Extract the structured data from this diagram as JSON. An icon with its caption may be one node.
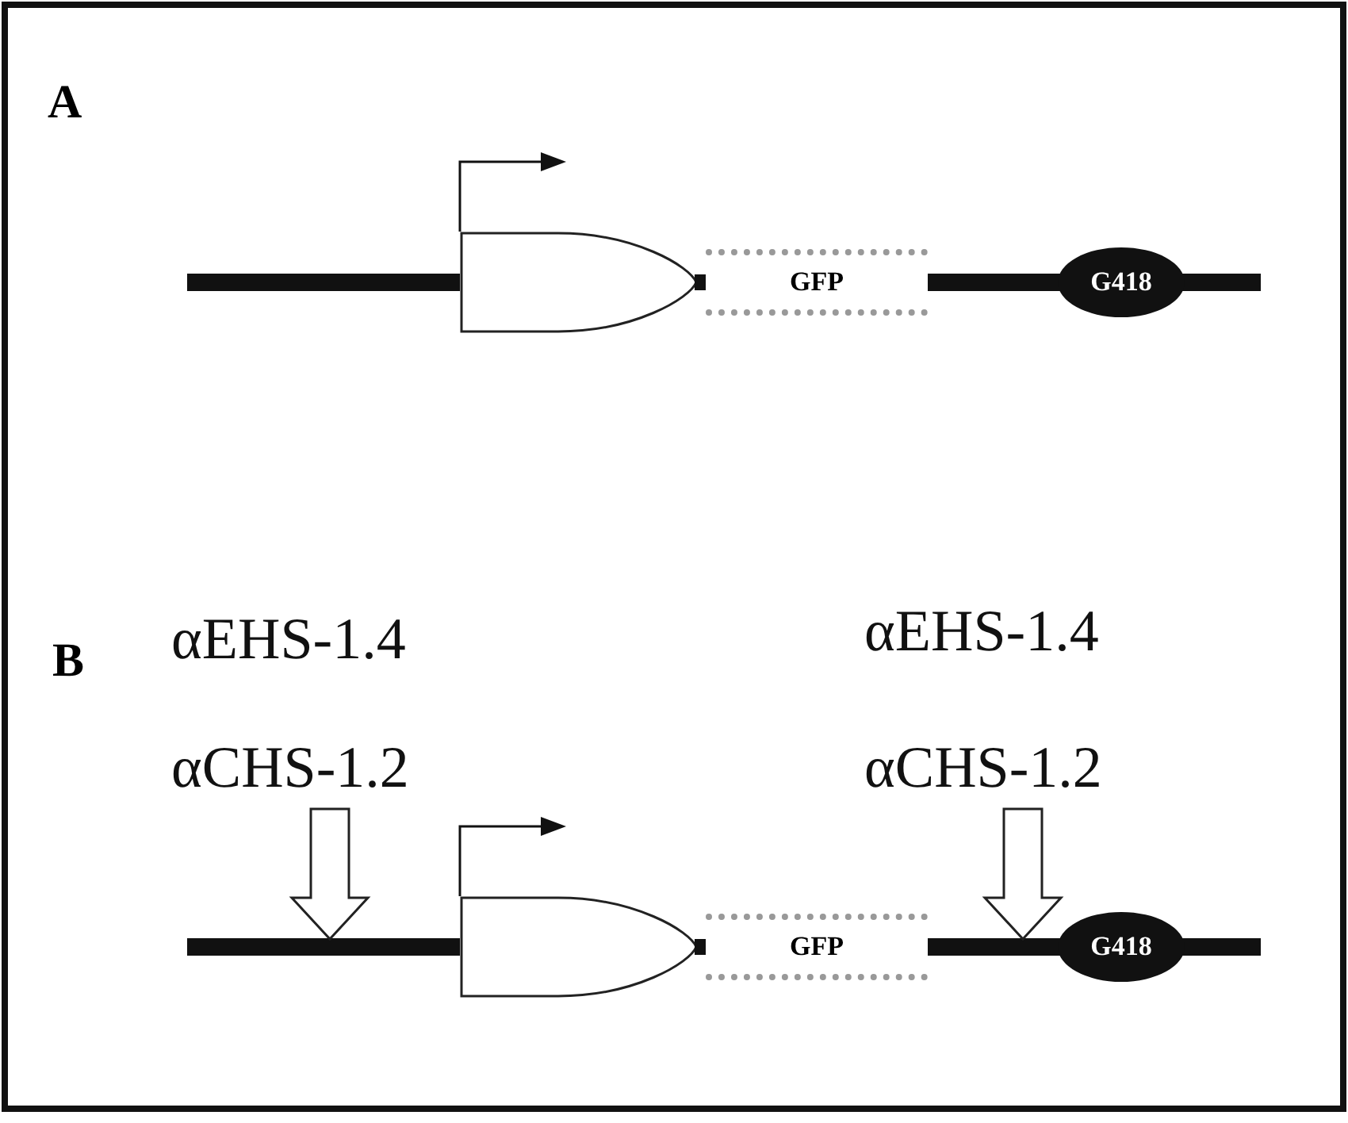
{
  "diagram": {
    "nodes": [
      {
        "text": [],
        "shape": "bullet"
      },
      {
        "text": [
          "GFP"
        ]
      },
      {
        "text": [
          "G418"
        ]
      },
      {
        "text": [],
        "shape": "bullet"
      },
      {
        "text": [
          "GFP"
        ]
      },
      {
        "text": [
          "G418"
        ]
      },
      {
        "text": [
          "αCHS-1.2"
        ]
      },
      {
        "text": [
          "αCHS-1.2"
        ]
      }
    ],
    "edges": [
      {
        "from": 6,
        "to": null,
        "arrow": "to"
      },
      {
        "from": 7,
        "to": null,
        "arrow": "to"
      }
    ],
    "labels": [
      "A",
      "B",
      "αEHS-1.4",
      "αEHS-1.4"
    ]
  }
}
